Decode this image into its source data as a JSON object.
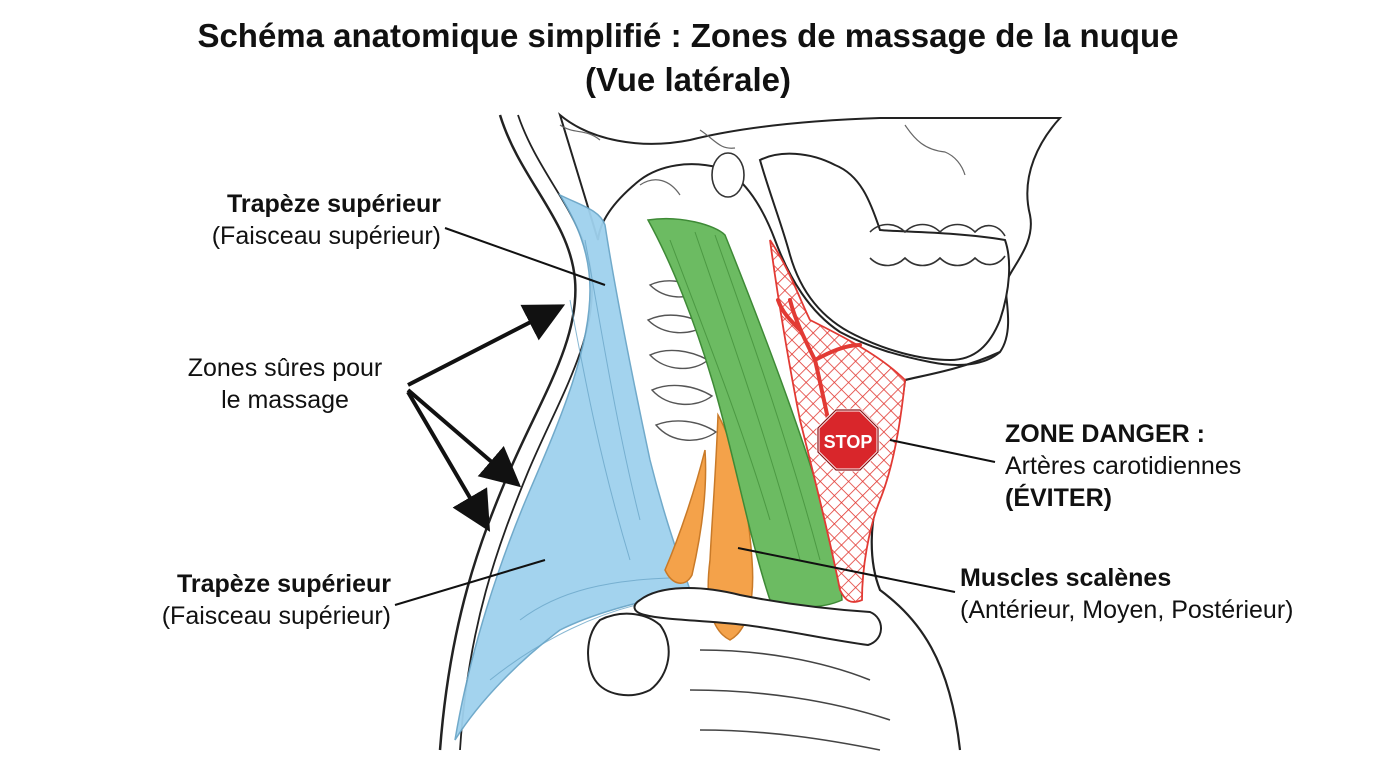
{
  "title": {
    "line1": "Schéma anatomique simplifié : Zones de massage de la nuque",
    "line2": "(Vue latérale)"
  },
  "labels": {
    "trapeze_top": {
      "name": "Trapèze supérieur",
      "detail": "(Faisceau supérieur)"
    },
    "safe_zones": {
      "line1": "Zones sûres pour",
      "line2": "le massage"
    },
    "trapeze_bottom": {
      "name": "Trapèze supérieur",
      "detail": "(Faisceau supérieur)"
    },
    "danger": {
      "heading": "ZONE DANGER :",
      "detail": "Artères carotidiennes",
      "warning": "(ÉVITER)"
    },
    "scalenes": {
      "name": "Muscles scalènes",
      "detail": "(Antérieur, Moyen, Postérieur)"
    }
  },
  "stop_sign": {
    "text": "STOP",
    "color": "#d9262b"
  },
  "colors": {
    "trapezius": "#9fd1ee",
    "sternocleidomastoid": "#6cbb62",
    "scalenes": "#f4a24a",
    "danger_zone": "#e23a34"
  }
}
